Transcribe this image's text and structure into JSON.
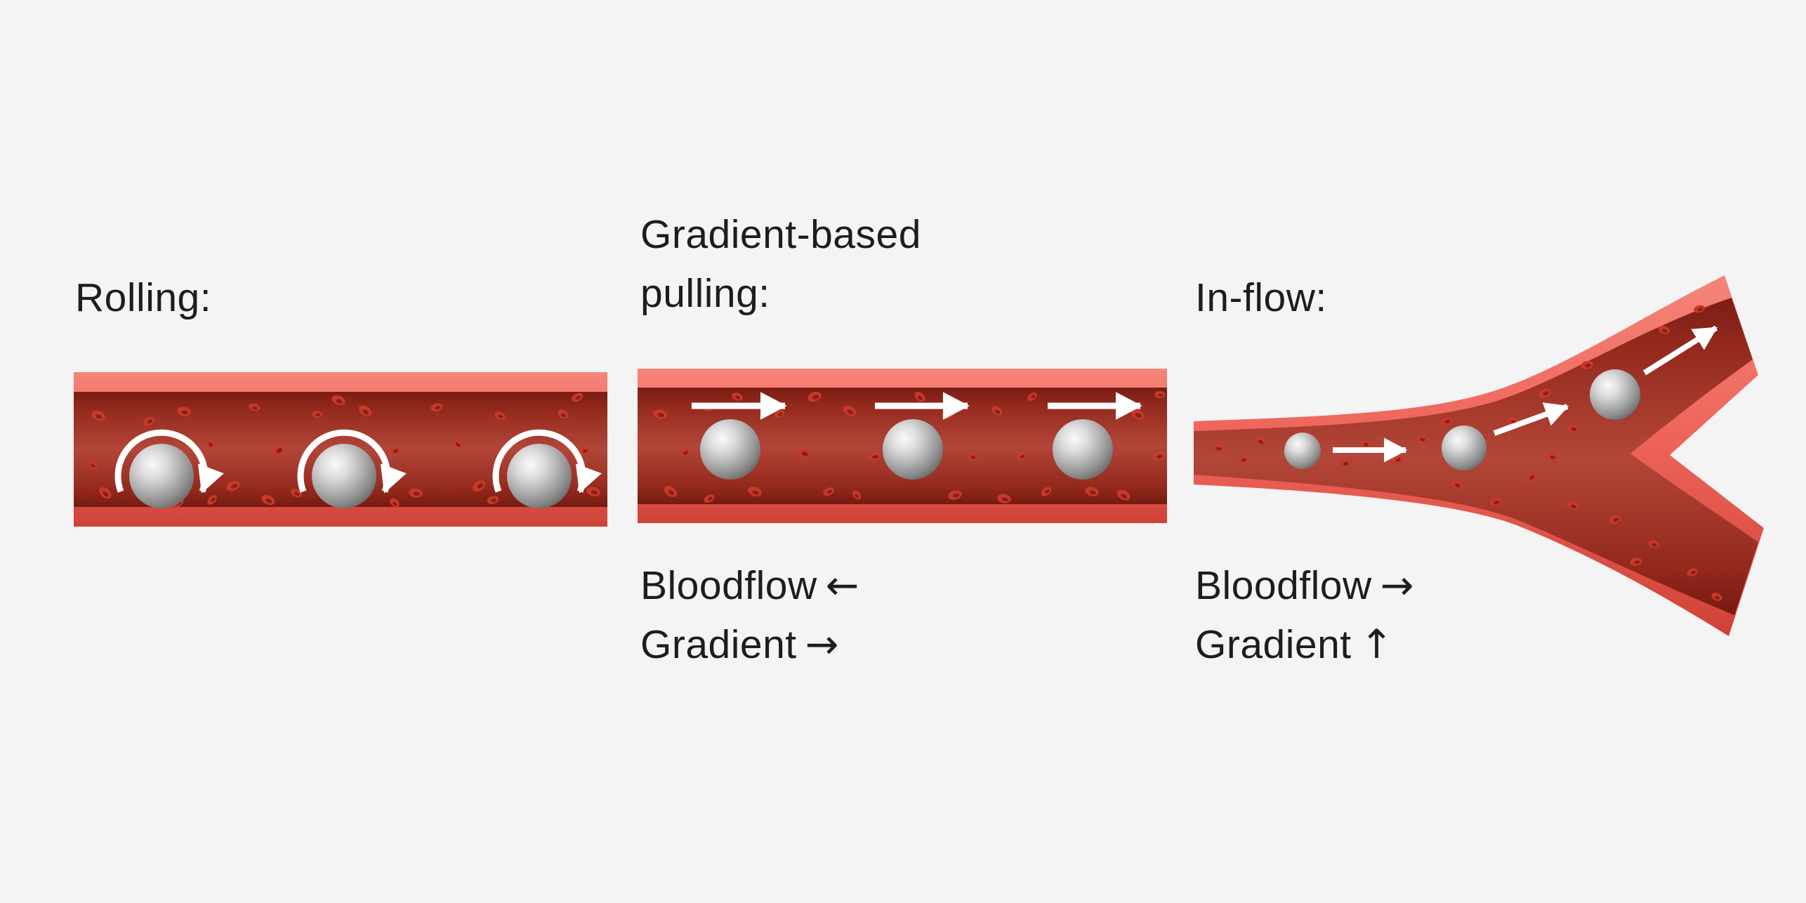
{
  "colors": {
    "background": "#f4f4f4",
    "vessel_wall": "#ee6459",
    "vessel_lumen_dark": "#7a1d15",
    "vessel_lumen_mid": "#b24638",
    "blood_cell": "#c7392b",
    "sphere_light": "#fafafa",
    "sphere_dark": "#6e6e6e",
    "arrow": "#ffffff",
    "text": "#1d1d1b"
  },
  "panels": [
    {
      "id": "rolling",
      "title": "Rolling:",
      "annotations": []
    },
    {
      "id": "gradient-based-pulling",
      "title_line1": "Gradient-based",
      "title_line2": "pulling:",
      "annotations": [
        {
          "label": "Bloodflow",
          "arrow": "←"
        },
        {
          "label": "Gradient",
          "arrow": "→"
        }
      ]
    },
    {
      "id": "in-flow",
      "title": "In-flow:",
      "annotations": [
        {
          "label": "Bloodflow",
          "arrow": "→"
        },
        {
          "label": "Gradient",
          "arrow": "↑"
        }
      ]
    }
  ]
}
